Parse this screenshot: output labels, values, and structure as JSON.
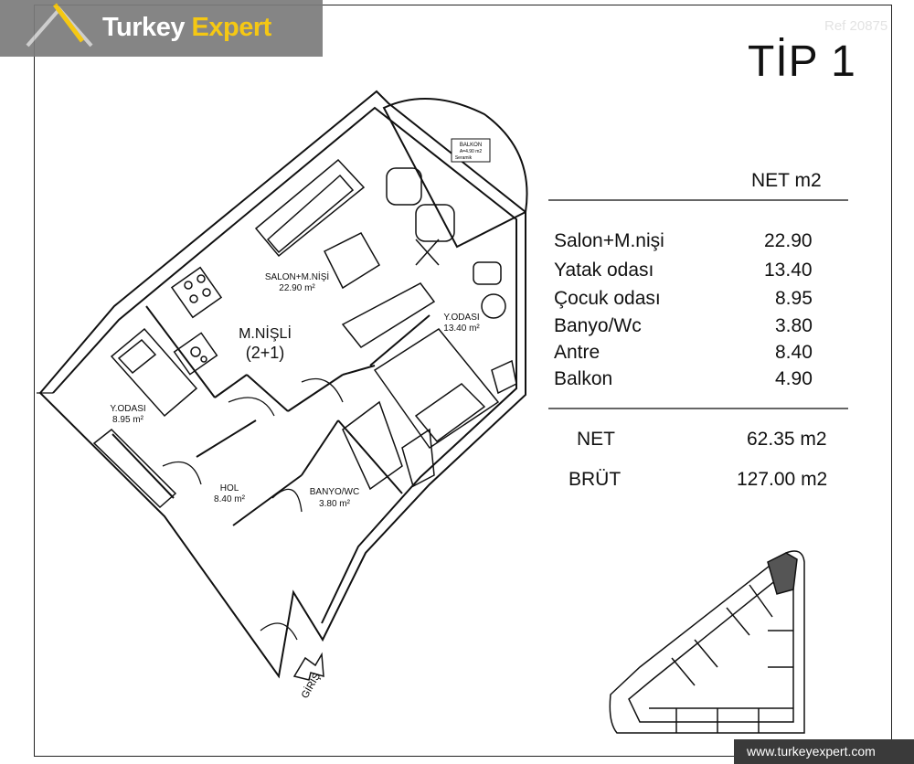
{
  "brand": {
    "name_part1": "Turkey",
    "name_part2": " Expert",
    "ref": "Ref 20875",
    "website": "www.turkeyexpert.com"
  },
  "title": "TİP 1",
  "table": {
    "header": "NET m2",
    "rows": [
      {
        "label": "Salon+M.nişi",
        "value": "22.90"
      },
      {
        "label": "Yatak odası",
        "value": "13.40"
      },
      {
        "label": "Çocuk odası",
        "value": "8.95"
      },
      {
        "label": "Banyo/Wc",
        "value": "3.80"
      },
      {
        "label": "Antre",
        "value": "8.40"
      },
      {
        "label": "Balkon",
        "value": "4.90"
      }
    ],
    "net_label": "NET",
    "net_value": "62.35 m2",
    "brut_label": "BRÜT",
    "brut_value": "127.00 m2"
  },
  "plan": {
    "balkon_lines": [
      "BALKON",
      "A=4.90 m2",
      "Seramik"
    ],
    "salon_name": "SALON+M.NİŞİ",
    "salon_area": "22.90 m²",
    "mnis_name": "M.NİŞLİ",
    "mnis_type": "(2+1)",
    "yodasi1_name": "Y.ODASI",
    "yodasi1_area": "13.40 m²",
    "yodasi2_name": "Y.ODASI",
    "yodasi2_area": "8.95 m²",
    "hol_name": "HOL",
    "hol_area": "8.40 m²",
    "banyo_name": "BANYO/WC",
    "banyo_area": "3.80 m²",
    "entrance": "GİRİŞ"
  }
}
